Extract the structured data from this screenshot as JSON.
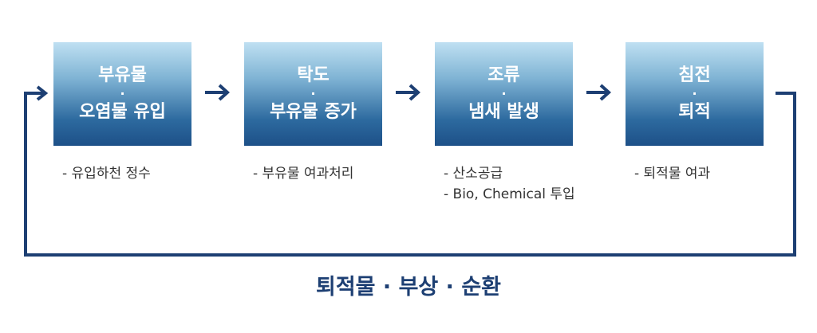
{
  "steps": [
    {
      "line1": "부유물",
      "dot": "·",
      "line2": "오염물 유입"
    },
    {
      "line1": "탁도",
      "dot": "·",
      "line2": "부유물 증가"
    },
    {
      "line1": "조류",
      "dot": "·",
      "line2": "냄새 발생"
    },
    {
      "line1": "침전",
      "dot": "·",
      "line2": "퇴적"
    }
  ],
  "descriptions": [
    [
      "- 유입하천 정수"
    ],
    [
      "- 부유물 여과처리"
    ],
    [
      "- 산소공급",
      "- Bio, Chemical 투입"
    ],
    [
      "- 퇴적물 여과"
    ]
  ],
  "bottom_title": "퇴적물 · 부상 · 순환",
  "colors": {
    "box_top": "#bfe0f2",
    "box_bottom": "#1d5088",
    "line": "#1d3f73"
  }
}
